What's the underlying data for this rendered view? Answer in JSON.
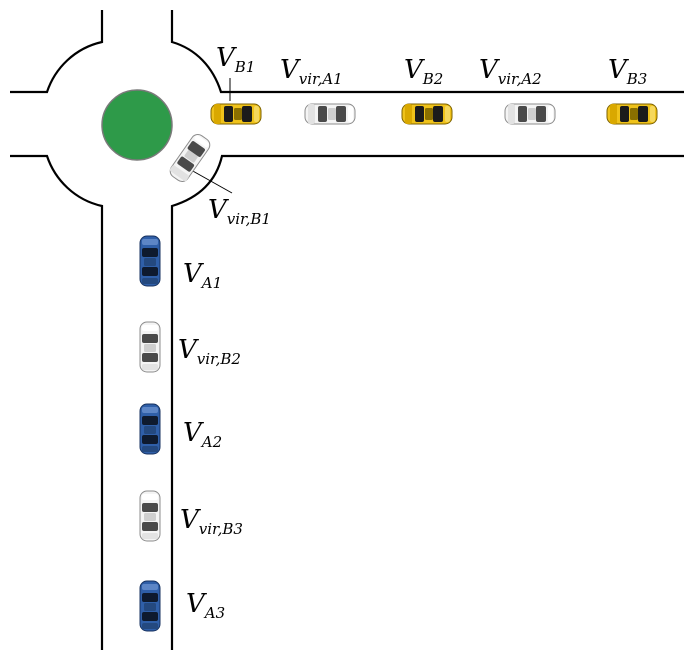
{
  "colors": {
    "road_edge": "#000000",
    "island": "#2e9a49",
    "island_edge": "#7a7a7a",
    "car_yellow": "#efc21a",
    "car_white": "#f4f4f4",
    "car_blue": "#2f5fa8"
  },
  "vehicles": [
    {
      "id": "VB1",
      "base": "V",
      "sub": "B1",
      "color": "yellow"
    },
    {
      "id": "VvirA1",
      "base": "V",
      "sub": "vir,A1",
      "color": "white"
    },
    {
      "id": "VB2",
      "base": "V",
      "sub": "B2",
      "color": "yellow"
    },
    {
      "id": "VvirA2",
      "base": "V",
      "sub": "vir,A2",
      "color": "white"
    },
    {
      "id": "VB3",
      "base": "V",
      "sub": "B3",
      "color": "yellow"
    },
    {
      "id": "VvirB1",
      "base": "V",
      "sub": "vir,B1",
      "color": "white"
    },
    {
      "id": "VA1",
      "base": "V",
      "sub": "A1",
      "color": "blue"
    },
    {
      "id": "VvirB2",
      "base": "V",
      "sub": "vir,B2",
      "color": "white"
    },
    {
      "id": "VA2",
      "base": "V",
      "sub": "A2",
      "color": "blue"
    },
    {
      "id": "VvirB3",
      "base": "V",
      "sub": "vir,B3",
      "color": "white"
    },
    {
      "id": "VA3",
      "base": "V",
      "sub": "A3",
      "color": "blue"
    }
  ]
}
